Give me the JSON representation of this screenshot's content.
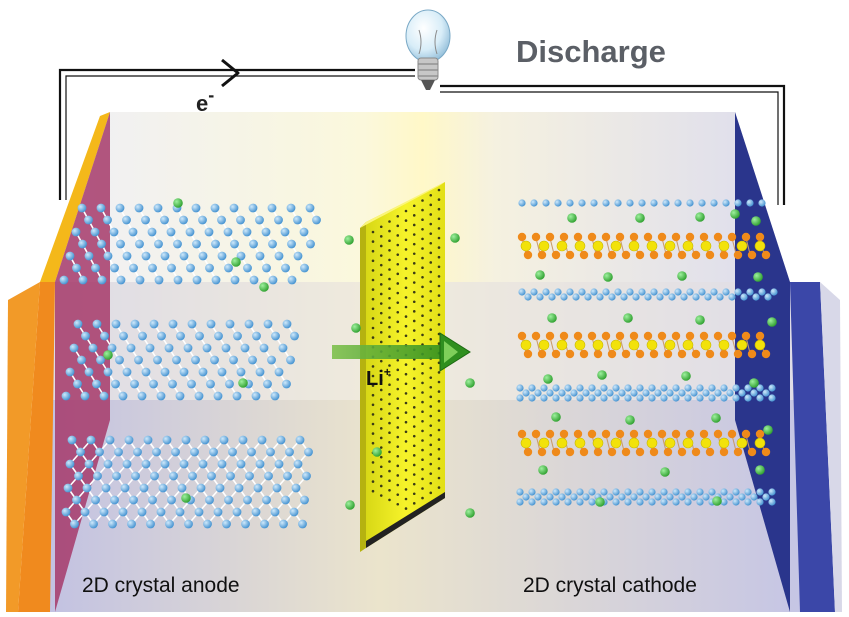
{
  "title": "Discharge",
  "electron_label": {
    "base": "e",
    "sup": "-"
  },
  "ion_label": {
    "base": "Li",
    "sup": "+"
  },
  "anode_label": "2D crystal anode",
  "cathode_label": "2D crystal cathode",
  "colors": {
    "title": "#5b5f66",
    "anode_lattice": "#5aa7e0",
    "cathode_lattice": "#5aa7e0",
    "cathode_metal": "#f2e20a",
    "cathode_ligand": "#ef8a1a",
    "lithium": "#3cba3c",
    "separator": "#f0f024",
    "arrow": "#2f8f1f",
    "anode_wall": "#f08a1e",
    "cathode_wall": "#2f3d9e",
    "wire": "#111111"
  },
  "icons": [
    "light-bulb-icon",
    "electron-flow-arrow-icon",
    "lithium-ion-arrow-icon"
  ]
}
